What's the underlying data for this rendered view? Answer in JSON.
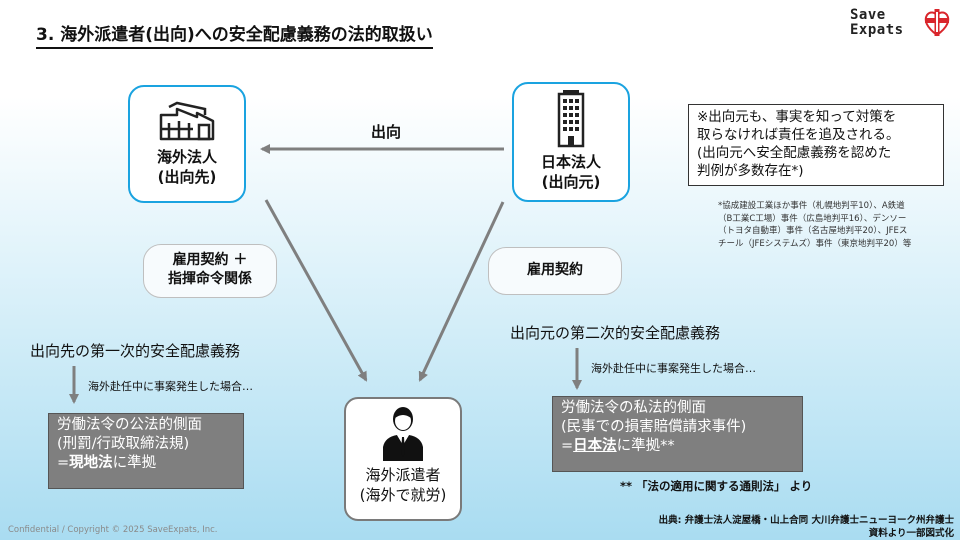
{
  "title": "3. 海外派遣者(出向)への安全配慮義務の法的取扱い",
  "logo": {
    "line1": "Save",
    "line2": "Expats",
    "mark_icon": "red-cross-heart-icon"
  },
  "foreign_entity": {
    "line1": "海外法人",
    "line2": "(出向先)",
    "icon": "factory-icon"
  },
  "japan_entity": {
    "line1": "日本法人",
    "line2": "(出向元)",
    "icon": "office-building-icon"
  },
  "worker": {
    "line1": "海外派遣者",
    "line2": "(海外で就労)",
    "icon": "businessman-icon"
  },
  "transfer_label": "出向",
  "left_relation": {
    "line1": "雇用契約 ＋",
    "line2": "指揮命令関係"
  },
  "right_relation": "雇用契約",
  "note": {
    "lines": [
      "※出向元も、事実を知って対策を",
      "取らなければ責任を追及される。",
      "(出向元へ安全配慮義務を認めた",
      "判例が多数存在*)"
    ],
    "cases": [
      "*協成建設工業ほか事件（札幌地判平10）、A鉄道",
      "（B工業C工場）事件（広島地判平16）、デンソー",
      "（トヨタ自動車）事件（名古屋地判平20）、JFEス",
      "チール（JFEシステムズ）事件（東京地判平20）等"
    ]
  },
  "left_duty": {
    "heading": "出向先の第一次的安全配慮義務",
    "occurrence": "海外赴任中に事案発生した場合…",
    "box_line1": "労働法令の公法的側面",
    "box_line2": "(刑罰/行政取締法規)",
    "box_line3_prefix": "=",
    "box_line3_em": "現地法",
    "box_line3_suffix": "に準拠"
  },
  "right_duty": {
    "heading": "出向元の第二次的安全配慮義務",
    "occurrence": "海外赴任中に事案発生した場合…",
    "box_line1": "労働法令の私法的側面",
    "box_line2": "(民事での損害賠償請求事件)",
    "box_line3_prefix": "=",
    "box_line3_em": "日本法",
    "box_line3_suffix": "に準拠**"
  },
  "reference": "** 「法の適用に関する通則法」 より",
  "source": {
    "line1": "出典: 弁護士法人淀屋橋・山上合同 大川弁護士ニューヨーク州弁護士",
    "line2": "資料より一部図式化"
  },
  "copyright": "Confidential / Copyright © 2025 SaveExpats, Inc.",
  "colors": {
    "entity_border": "#1aa3e0",
    "arrow": "#7f7f7f",
    "gray_box": "#7f7f7f",
    "logo_red": "#d9262c"
  }
}
